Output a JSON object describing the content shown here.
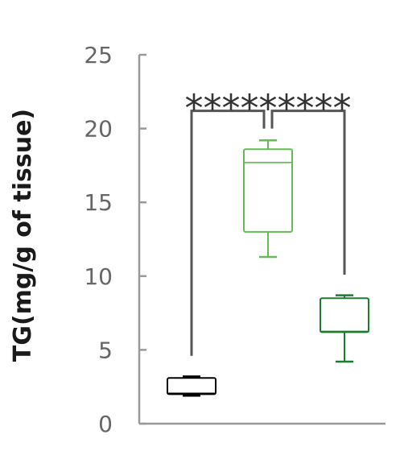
{
  "chart_data": {
    "type": "box",
    "ylabel": "TG(mg/g of tissue)",
    "xlabel": "",
    "ylim": [
      0,
      25
    ],
    "yticks": [
      0,
      5,
      10,
      15,
      20,
      25
    ],
    "grid": false,
    "legend": "none",
    "boxes": [
      {
        "min": 1.9,
        "q1": 2.0,
        "median": 2.05,
        "q3": 3.1,
        "max": 3.2,
        "color": "#000000"
      },
      {
        "min": 11.3,
        "q1": 13.0,
        "median": 17.7,
        "q3": 18.6,
        "max": 19.2,
        "color": "#66bb55"
      },
      {
        "min": 4.2,
        "q1": 6.2,
        "median": 6.25,
        "q3": 8.5,
        "max": 8.7,
        "color": "#1e7a2e"
      }
    ],
    "comparisons": [
      {
        "from": 0,
        "to": 1,
        "from_y": 4.6,
        "to_y": 20.0
      },
      {
        "from": 1,
        "to": 2,
        "from_y": 20.0,
        "to_y": 10.1
      }
    ],
    "significance_label": "*********",
    "significance_y": 21.8,
    "colors": {
      "axis": "#999999",
      "tick_text": "#666666",
      "bracket": "#555555"
    }
  }
}
